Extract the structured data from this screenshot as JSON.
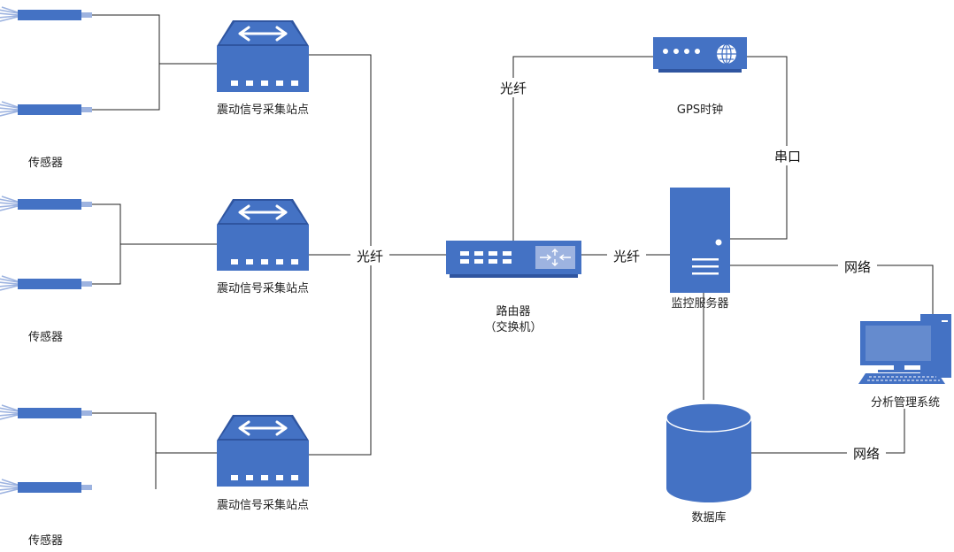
{
  "labels": {
    "sensor_group": "传感器",
    "collector_station": "震动信号采集站点",
    "router_line1": "路由器",
    "router_line2": "（交换机）",
    "gps_clock": "GPS时钟",
    "monitor_server": "监控服务器",
    "database": "数据库",
    "analysis_system": "分析管理系统"
  },
  "links": {
    "fiber": "光纤",
    "serial": "串口",
    "network": "网络"
  },
  "colors": {
    "device_blue": "#4472c4",
    "device_dark": "#2f55a0",
    "accent_light": "#9db3e0",
    "line": "#222222"
  }
}
